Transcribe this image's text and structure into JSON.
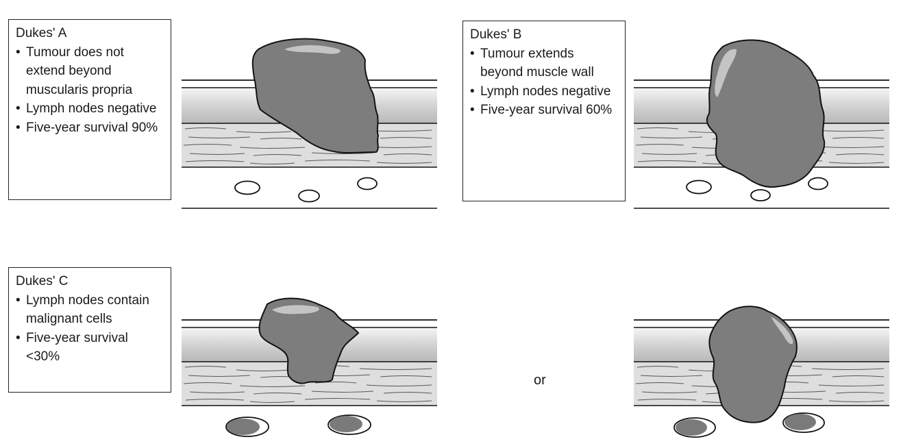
{
  "stages": [
    {
      "title": "Dukes' A",
      "bullets": [
        "Tumour does not extend beyond muscularis propria",
        "Lymph nodes negative",
        "Five-year survival 90%"
      ]
    },
    {
      "title": "Dukes' B",
      "bullets": [
        "Tumour extends beyond muscle wall",
        "Lymph nodes negative",
        "Five-year survival 60%"
      ]
    },
    {
      "title": "Dukes' C",
      "bullets": [
        "Lymph nodes contain malignant cells",
        "Five-year survival <30%"
      ]
    }
  ],
  "connector_text": "or",
  "colors": {
    "tumour": "#7d7d7d",
    "tumour_highlight": "#c4c4c4",
    "mucosa_gradient_top": "#f4f4f4",
    "mucosa_gradient_mid": "#c2c2c2",
    "muscle_layer": "#dedede",
    "node_negative": "#ffffff",
    "node_positive": "#7a7a7a"
  }
}
